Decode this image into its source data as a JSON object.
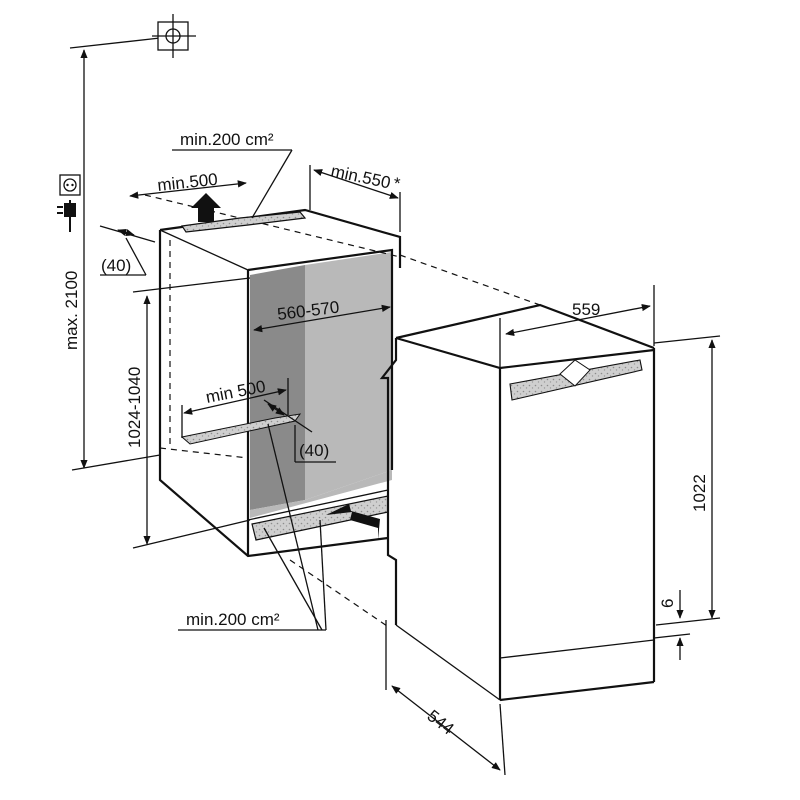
{
  "labels": {
    "top_vent_area": "min.200 cm²",
    "top_depth": "min.500",
    "cabinet_depth": "min.550",
    "cabinet_depth_asterisk": "*",
    "top_gap": "(40)",
    "max_height": "max. 2100",
    "niche_height": "1024-1040",
    "niche_width": "560-570",
    "inner_depth": "min 500",
    "inner_gap": "(40)",
    "bottom_vent_area": "min.200 cm²",
    "appliance_width": "559",
    "appliance_height": "1022",
    "plinth_offset": "6",
    "appliance_depth": "544"
  },
  "icons": [
    "wall-socket-icon",
    "power-plug-icon",
    "center-mark-icon",
    "airflow-arrow-icon"
  ],
  "colors": {
    "line": "#111111",
    "inner_dark": "#8a8a8a",
    "inner_light": "#b9b9b9",
    "vent": "#c8c8c8"
  }
}
